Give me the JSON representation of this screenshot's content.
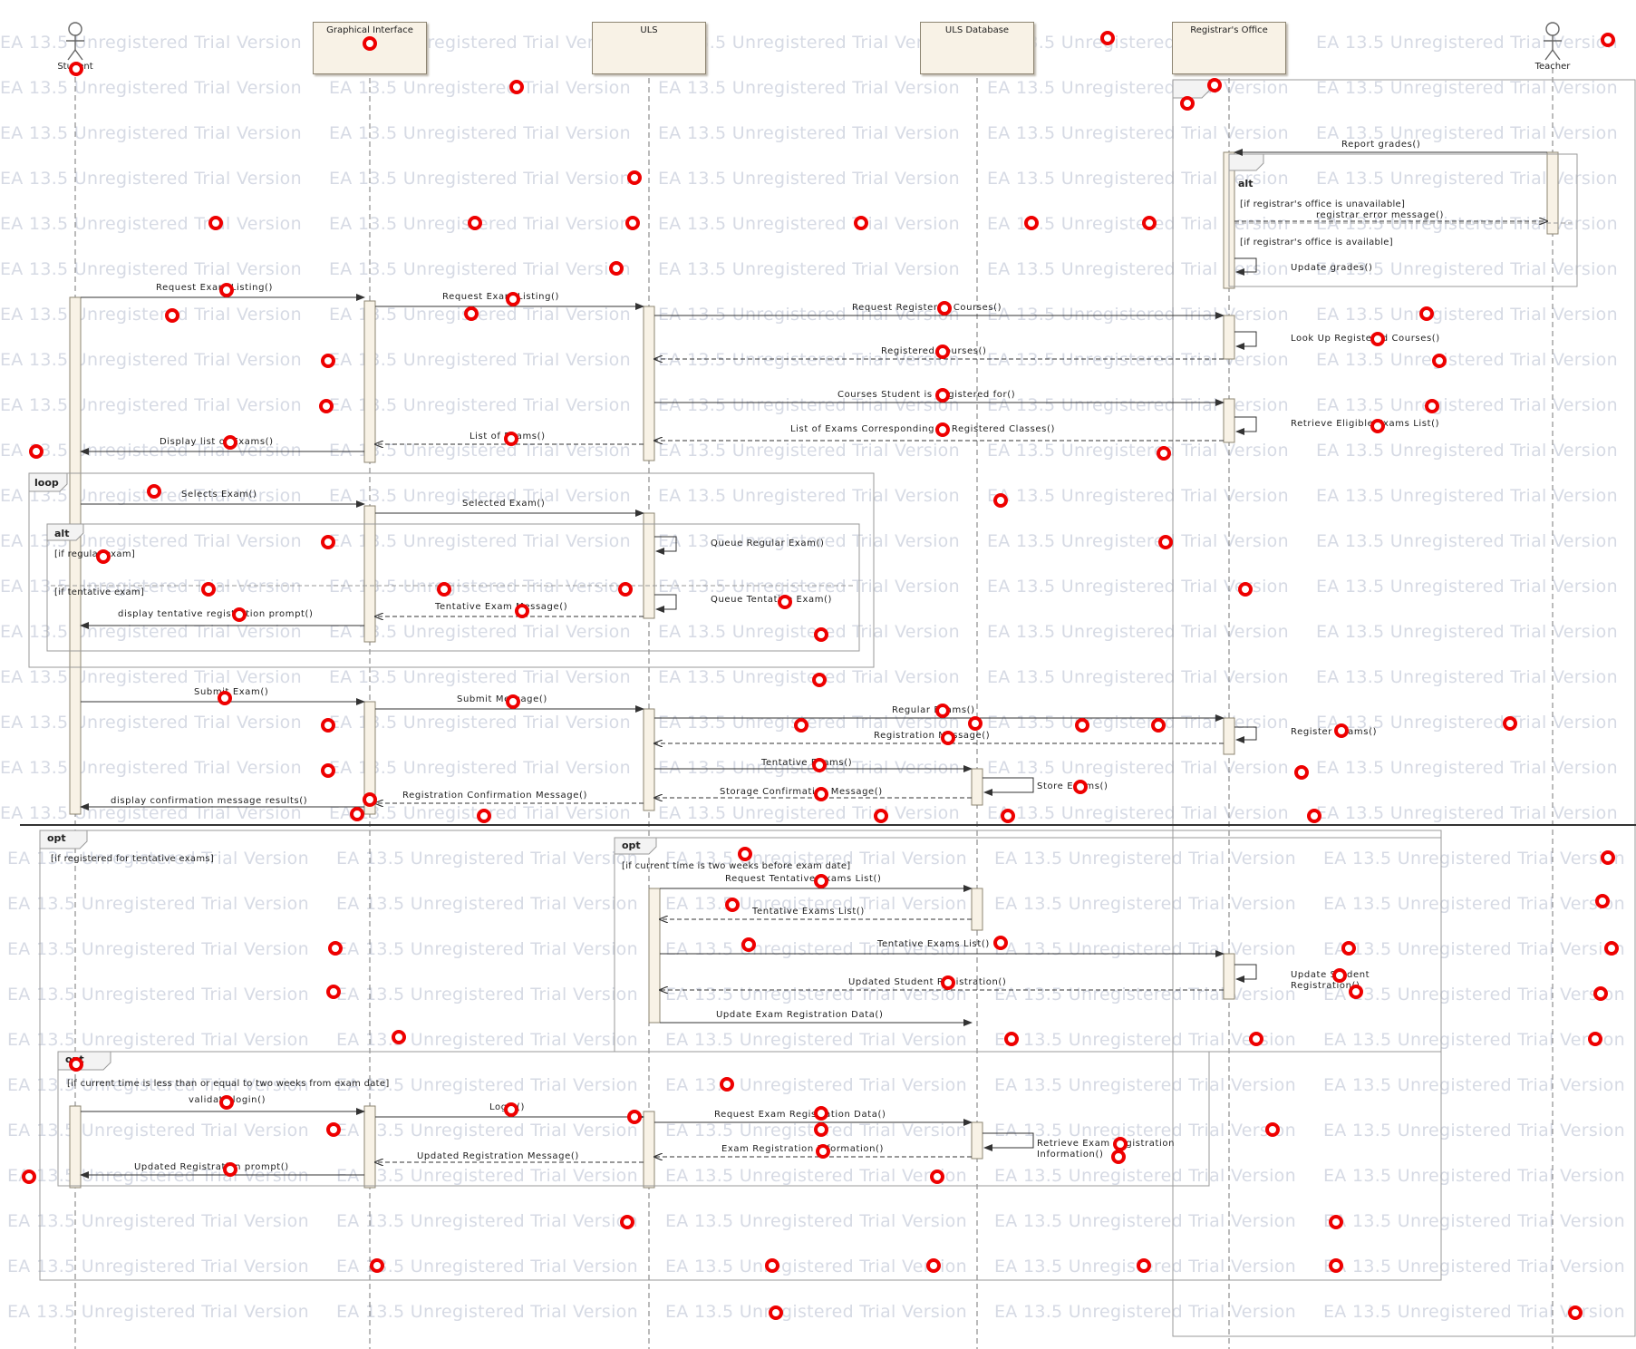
{
  "watermark": "EA 13.5 Unregistered Trial Version",
  "lifelines": {
    "student": "Student",
    "graphical_interface": "Graphical Interface",
    "uls": "ULS",
    "uls_database": "ULS Database",
    "registrars_office": "Registrar's Office",
    "teacher": "Teacher"
  },
  "frames": {
    "loop": "loop",
    "alt": "alt",
    "opt": "opt"
  },
  "guards": {
    "office_unavailable": "[if registrar's office is unavailable]",
    "office_available": "[if registrar's office is available]",
    "regular_exam": "[if regular exam]",
    "tentative_exam": "[if tentative exam]",
    "registered_tentative": "[if registered for tentative exams]",
    "two_weeks_before": "[if current time is two weeks before exam date]",
    "less_than_two_weeks": "[if current time is less than or equal to two weeks from exam date]"
  },
  "messages": {
    "report_grades": "Report grades()",
    "registrar_error": "registrar error message()",
    "update_grades": "Update grades()",
    "request_exam_listing_1": "Request Exam Listing()",
    "request_exam_listing_2": "Request Exam Listing()",
    "request_registered_courses": "Request Registered Courses()",
    "look_up_registered_courses": "Look Up Registered Courses()",
    "registered_courses": "Registered Courses()",
    "courses_student_registered_for": "Courses Student is Registered for()",
    "retrieve_eligible_exams": "Retrieve Eligible Exams List()",
    "list_exams_registered_classes": "List of Exams Corresponding to Registered Classes()",
    "list_of_exams": "List of Exams()",
    "display_list_of_exams": "Display list of Exams()",
    "selects_exam": "Selects Exam()",
    "selected_exam": "Selected Exam()",
    "queue_regular_exam": "Queue Regular Exam()",
    "queue_tentative_exam": "Queue Tentative Exam()",
    "tentative_exam_message": "Tentative Exam Message()",
    "display_tentative_prompt": "display tentative registration prompt()",
    "submit_exam": "Submit Exam()",
    "submit_message": "Submit Message()",
    "regular_exams": "Regular Exams()",
    "registration_message": "Registration Message()",
    "register_exams": "Register Exams()",
    "tentative_exams": "Tentative Exams()",
    "store_exams": "Store Exams()",
    "storage_confirmation": "Storage Confirmation Message()",
    "registration_confirmation": "Registration Confirmation Message()",
    "display_confirmation": "display confirmation message results()",
    "request_tentative_list": "Request Tentative Exams List()",
    "tentative_exams_list": "Tentative Exams List()",
    "tentative_exams_list_2": "Tentative Exams List()",
    "update_student_registration": "Update Student Registration()",
    "updated_student_registration": "Updated Student Registration()",
    "update_exam_registration_data": "Update Exam Registration Data()",
    "validate_login": "validate login()",
    "login": "Login()",
    "request_exam_registration_data": "Request Exam Registration Data()",
    "retrieve_exam_registration_info": "Retrieve Exam Registration Information()",
    "exam_registration_information": "Exam Registration Information()",
    "updated_registration_message": "Updated Registration Message()",
    "updated_registration_prompt": "Updated Registration prompt()"
  },
  "annotation_color": "#ee0000"
}
